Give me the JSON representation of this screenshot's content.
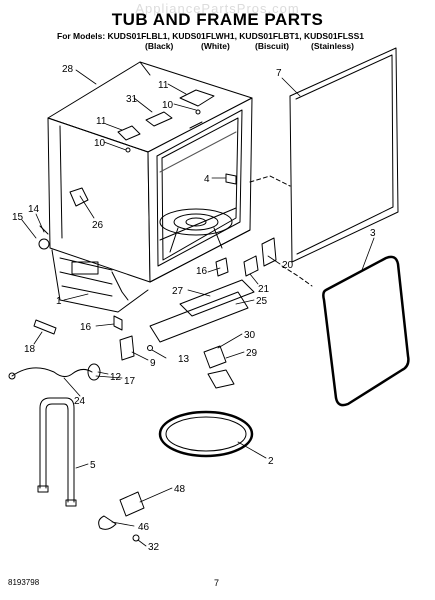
{
  "header": {
    "watermark": "AppliancePartsPros.com",
    "title": "TUB AND FRAME PARTS",
    "models_line": "For Models: KUDS01FLBL1, KUDS01FLWH1, KUDS01FLBT1, KUDS01FLSS1",
    "variants": [
      "(Black)",
      "(White)",
      "(Biscuit)",
      "(Stainless)"
    ]
  },
  "footer": {
    "part_number": "8193798",
    "page": "7"
  },
  "callouts": [
    {
      "id": "c28",
      "text": "28"
    },
    {
      "id": "c11a",
      "text": "11"
    },
    {
      "id": "c10a",
      "text": "10"
    },
    {
      "id": "c31",
      "text": "31"
    },
    {
      "id": "c11b",
      "text": "11"
    },
    {
      "id": "c10b",
      "text": "10"
    },
    {
      "id": "c7",
      "text": "7"
    },
    {
      "id": "c4",
      "text": "4"
    },
    {
      "id": "c26",
      "text": "26"
    },
    {
      "id": "c15",
      "text": "15"
    },
    {
      "id": "c14",
      "text": "14"
    },
    {
      "id": "c3",
      "text": "3"
    },
    {
      "id": "c20",
      "text": "20"
    },
    {
      "id": "c16a",
      "text": "16"
    },
    {
      "id": "c21",
      "text": "21"
    },
    {
      "id": "c27",
      "text": "27"
    },
    {
      "id": "c25",
      "text": "25"
    },
    {
      "id": "c1",
      "text": "1"
    },
    {
      "id": "c16b",
      "text": "16"
    },
    {
      "id": "c18",
      "text": "18"
    },
    {
      "id": "c30",
      "text": "30"
    },
    {
      "id": "c9",
      "text": "9"
    },
    {
      "id": "c13",
      "text": "13"
    },
    {
      "id": "c29",
      "text": "29"
    },
    {
      "id": "c12",
      "text": "12"
    },
    {
      "id": "c17",
      "text": "17"
    },
    {
      "id": "c24",
      "text": "24"
    },
    {
      "id": "c2",
      "text": "2"
    },
    {
      "id": "c5",
      "text": "5"
    },
    {
      "id": "c48",
      "text": "48"
    },
    {
      "id": "c46",
      "text": "46"
    },
    {
      "id": "c32",
      "text": "32"
    }
  ]
}
